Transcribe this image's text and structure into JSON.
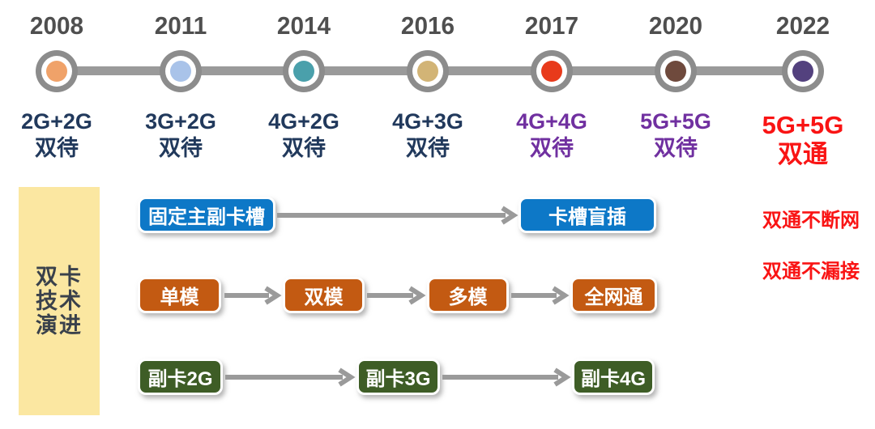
{
  "timeline": {
    "line_color": "#9a9a9a",
    "ring_color": "#8c8c8c",
    "milestones": [
      {
        "year": "2008",
        "dot_color": "#f0a269",
        "label_line1": "2G+2G",
        "label_line2": "双待",
        "label_color": "#21395c"
      },
      {
        "year": "2011",
        "dot_color": "#a9c3e9",
        "label_line1": "3G+2G",
        "label_line2": "双待",
        "label_color": "#21395c"
      },
      {
        "year": "2014",
        "dot_color": "#4aa0ab",
        "label_line1": "4G+2G",
        "label_line2": "双待",
        "label_color": "#21395c"
      },
      {
        "year": "2016",
        "dot_color": "#d2b476",
        "label_line1": "4G+3G",
        "label_line2": "双待",
        "label_color": "#21395c"
      },
      {
        "year": "2017",
        "dot_color": "#e83a1b",
        "label_line1": "4G+4G",
        "label_line2": "双待",
        "label_color": "#7030a0"
      },
      {
        "year": "2020",
        "dot_color": "#6f4a3d",
        "label_line1": "5G+5G",
        "label_line2": "双待",
        "label_color": "#7030a0"
      },
      {
        "year": "2022",
        "dot_color": "#53417e",
        "label_line1": "5G+5G",
        "label_line2": "双通",
        "label_color": "#f91414"
      }
    ]
  },
  "sidebar": {
    "background": "#fbe7a1",
    "text_color": "#3a414b",
    "label_lines": [
      "双卡",
      "技术",
      "演进"
    ]
  },
  "rows": [
    {
      "name": "card-slot-evolution",
      "color": "#0d78c7",
      "boxes": [
        "固定主副卡槽",
        "卡槽盲插"
      ]
    },
    {
      "name": "modem-mode-evolution",
      "color": "#c35a12",
      "boxes": [
        "单模",
        "双模",
        "多模",
        "全网通"
      ]
    },
    {
      "name": "secondary-sim-evolution",
      "color": "#3e5d26",
      "boxes": [
        "副卡2G",
        "副卡3G",
        "副卡4G"
      ]
    }
  ],
  "annotations": {
    "color": "#f91414",
    "items": [
      "双通不断网",
      "双通不漏接"
    ]
  },
  "arrow_color": "#9a9a9a"
}
